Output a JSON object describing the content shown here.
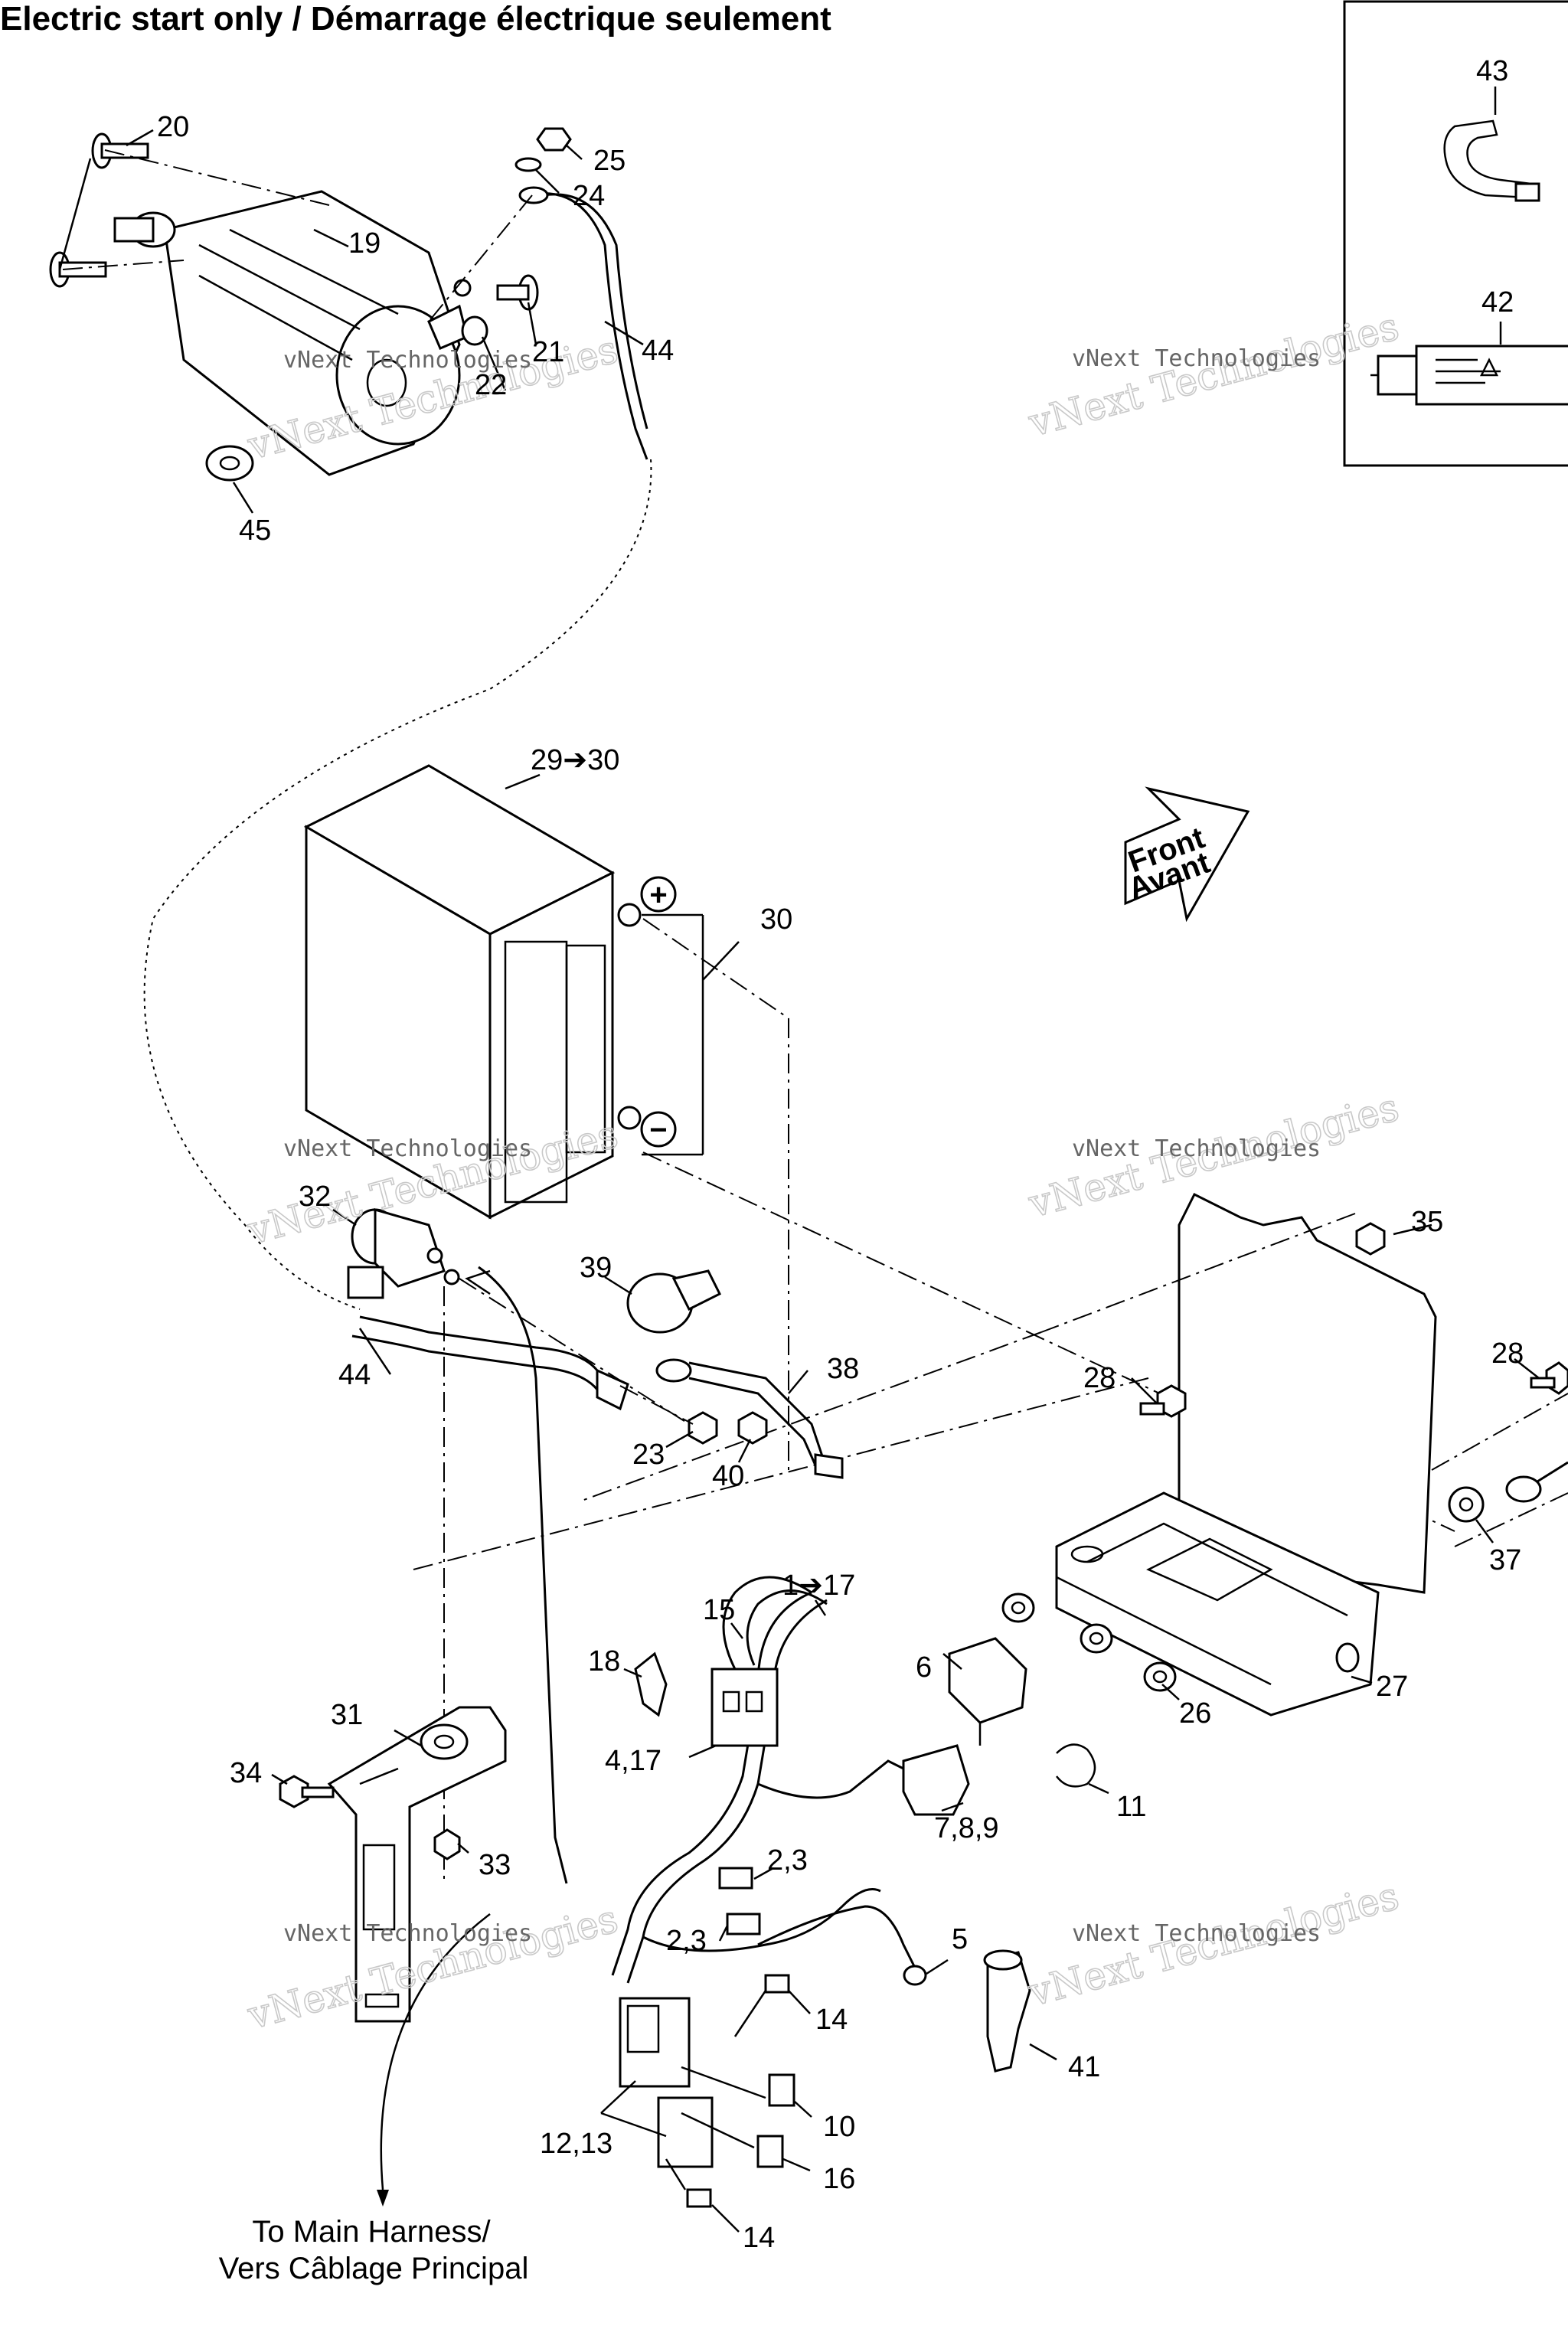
{
  "title": "Electric start only / Démarrage électrique seulement",
  "watermark": "vNext Technologies",
  "direction_arrow": {
    "line1": "Front",
    "line2": "Avant"
  },
  "harness_note": {
    "line1": "To Main Harness/",
    "line2": "Vers Câblage Principal"
  },
  "battery_terminals": {
    "positive": "+",
    "negative": "−"
  },
  "callouts": {
    "c1_17": "1➔17",
    "c2_3a": "2,3",
    "c2_3b": "2,3",
    "c4_17": "4,17",
    "c5": "5",
    "c6": "6",
    "c7_8_9": "7,8,9",
    "c10": "10",
    "c11": "11",
    "c12_13": "12,13",
    "c14a": "14",
    "c14b": "14",
    "c15": "15",
    "c16": "16",
    "c18": "18",
    "c19": "19",
    "c20": "20",
    "c21": "21",
    "c22": "22",
    "c23": "23",
    "c24": "24",
    "c25": "25",
    "c26": "26",
    "c27": "27",
    "c28a": "28",
    "c28b": "28",
    "c29_30": "29➔30",
    "c30": "30",
    "c31": "31",
    "c32": "32",
    "c33": "33",
    "c34": "34",
    "c35": "35",
    "c37": "37",
    "c38": "38",
    "c39": "39",
    "c40": "40",
    "c41": "41",
    "c42": "42",
    "c43": "43",
    "c44a": "44",
    "c44b": "44",
    "c45": "45"
  }
}
